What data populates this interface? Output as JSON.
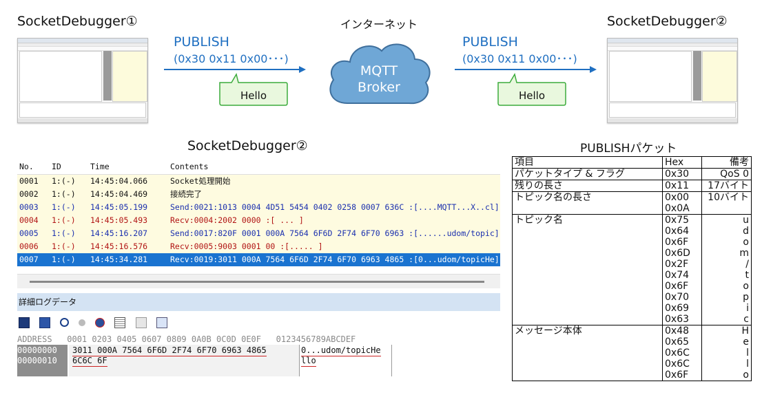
{
  "top": {
    "debugger1_title": "SocketDebugger①",
    "internet_title": "インターネット",
    "debugger2_title": "SocketDebugger②",
    "publish_label_left": "PUBLISH",
    "publish_bytes_left": "(0x30 0x11 0x00･･･)",
    "publish_label_right": "PUBLISH",
    "publish_bytes_right": "(0x30 0x11 0x00･･･)",
    "bubble_left": "Hello",
    "bubble_right": "Hello",
    "broker_line1": "MQTT",
    "broker_line2": "Broker"
  },
  "log_panel": {
    "title": "SocketDebugger②",
    "headers": [
      "No.",
      "ID",
      "Time",
      "Contents"
    ],
    "rows": [
      {
        "no": "0001",
        "id": "1:(-)",
        "time": "14:45:04.066",
        "contents": "Socket処理開始",
        "kind": "info"
      },
      {
        "no": "0002",
        "id": "1:(-)",
        "time": "14:45:04.469",
        "contents": "接続完了",
        "kind": "info"
      },
      {
        "no": "0003",
        "id": "1:(-)",
        "time": "14:45:05.199",
        "contents": "Send:0021:1013 0004 4D51 5454 0402 0258 0007 636C :[....MQTT...X..cl]",
        "kind": "send"
      },
      {
        "no": "0004",
        "id": "1:(-)",
        "time": "14:45:05.493",
        "contents": "Recv:0004:2002 0000                               :[ ...              ]",
        "kind": "recv"
      },
      {
        "no": "0005",
        "id": "1:(-)",
        "time": "14:45:16.207",
        "contents": "Send:0017:820F 0001 000A 7564 6F6D 2F74 6F70 6963 :[......udom/topic]",
        "kind": "send"
      },
      {
        "no": "0006",
        "id": "1:(-)",
        "time": "14:45:16.576",
        "contents": "Recv:0005:9003 0001 00                            :[.....             ]",
        "kind": "recv"
      },
      {
        "no": "0007",
        "id": "1:(-)",
        "time": "14:45:34.281",
        "contents": "Recv:0019:3011 000A 7564 6F6D 2F74 6F70 6963 4865 :[0...udom/topicHe]",
        "kind": "sel"
      }
    ]
  },
  "detail": {
    "title": "詳細ログデータ",
    "header_row": "ADDRESS   0001 0203 0405 0607 0809 0A0B 0C0D 0E0F   0123456789ABCDEF",
    "addr1": "00000000",
    "hex1": "3011 000A 7564 6F6D 2F74 6F70 6963 4865",
    "ascii1": "0...udom/topicHe",
    "addr2": "00000010",
    "hex2": "6C6C 6F",
    "ascii2": "llo"
  },
  "packet": {
    "title": "PUBLISHパケット",
    "headers": {
      "item": "項目",
      "hex": "Hex",
      "note": "備考"
    },
    "rows": [
      {
        "item": "パケットタイプ & フラグ",
        "hex": [
          "0x30"
        ],
        "note": [
          "QoS 0"
        ]
      },
      {
        "item": "残りの長さ",
        "hex": [
          "0x11"
        ],
        "note": [
          "17バイト"
        ]
      },
      {
        "item": "トピック名の長さ",
        "hex": [
          "0x00",
          "0x0A"
        ],
        "note": [
          "10バイト"
        ]
      },
      {
        "item": "トピック名",
        "hex": [
          "0x75",
          "0x64",
          "0x6F",
          "0x6D",
          "0x2F",
          "0x74",
          "0x6F",
          "0x70",
          "0x69",
          "0x63"
        ],
        "note": [
          "u",
          "d",
          "o",
          "m",
          "/",
          "t",
          "o",
          "p",
          "i",
          "c"
        ]
      },
      {
        "item": "メッセージ本体",
        "hex": [
          "0x48",
          "0x65",
          "0x6C",
          "0x6C",
          "0x6F"
        ],
        "note": [
          "H",
          "e",
          "l",
          "l",
          "o"
        ]
      }
    ]
  },
  "colors": {
    "arrow": "#1f6fc1",
    "cloud": "#6fa7d6",
    "bubble_fill": "#e9f8de",
    "bubble_border": "#3bab3b",
    "selected_row": "#1a73d0"
  }
}
